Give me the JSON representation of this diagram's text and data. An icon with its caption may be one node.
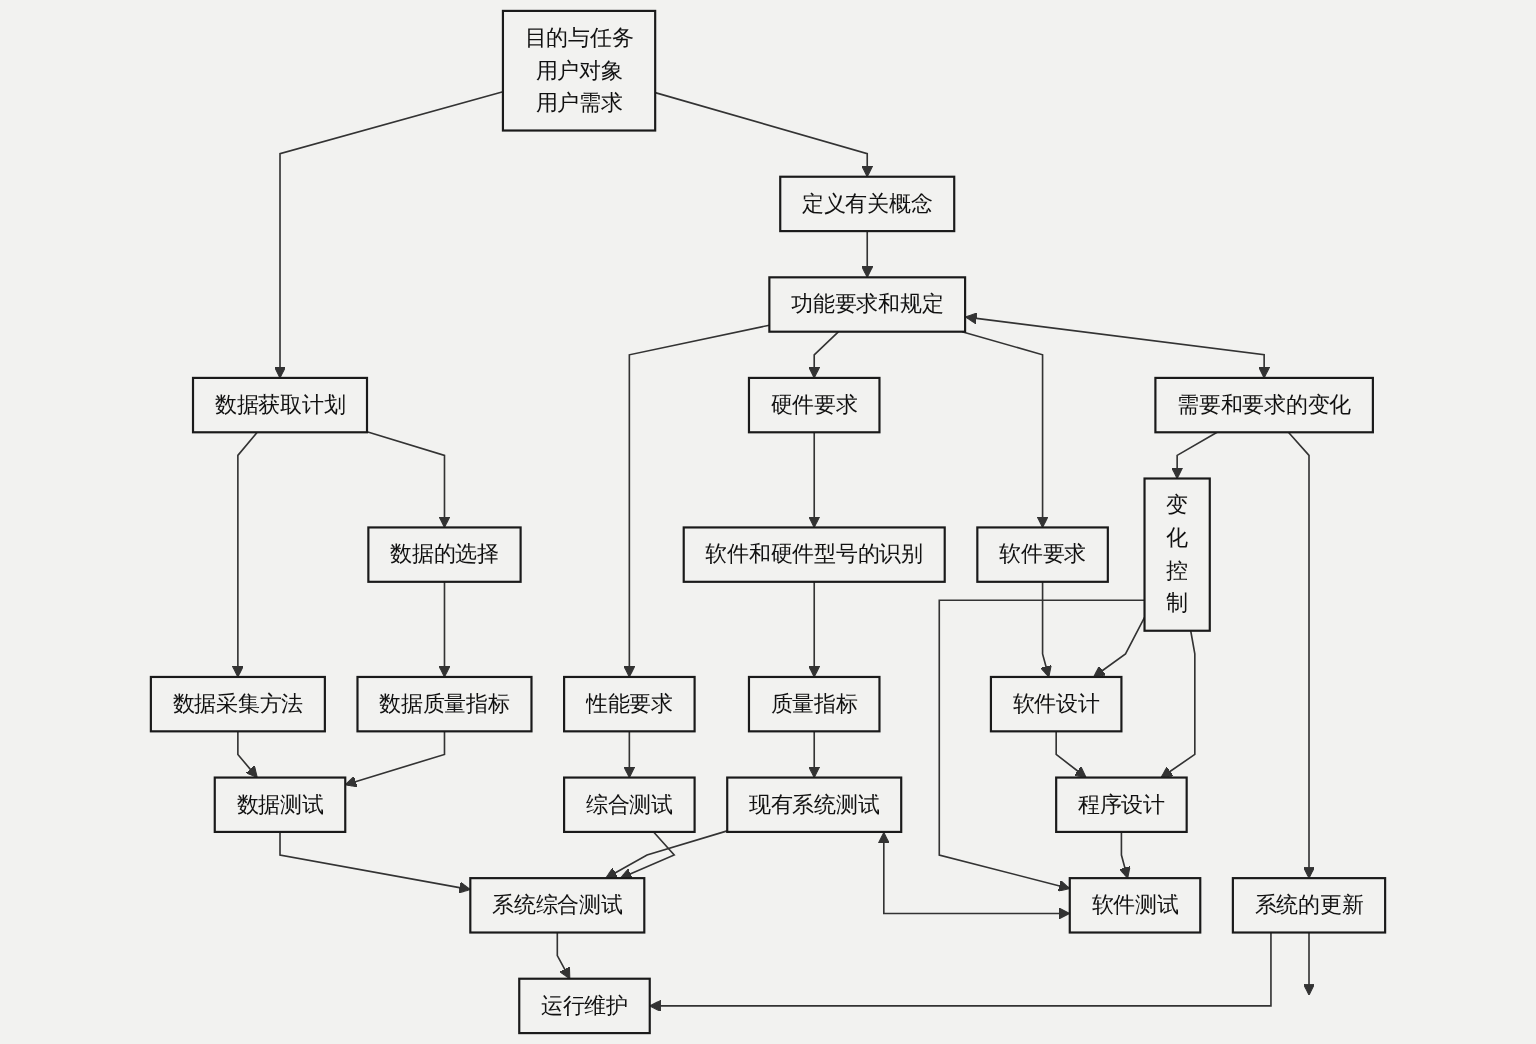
{
  "diagram": {
    "nodes": [
      {
        "text": [
          "目的与任务",
          "用户对象",
          "用户需求"
        ]
      },
      {
        "text": [
          "定义有关概念"
        ]
      },
      {
        "text": [
          "功能要求和规定"
        ]
      },
      {
        "text": [
          "需要和要求的变化"
        ]
      },
      {
        "text": [
          "数据获取计划"
        ]
      },
      {
        "text": [
          "硬件要求"
        ]
      },
      {
        "text": [
          "性能要求"
        ]
      },
      {
        "text": [
          "软件要求"
        ]
      },
      {
        "text": [
          "数据采集方法"
        ]
      },
      {
        "text": [
          "数据的选择"
        ]
      },
      {
        "text": [
          "软件和硬件型号的识别"
        ]
      },
      {
        "text": [
          "软件设计"
        ]
      },
      {
        "text": [
          "变化控制"
        ]
      },
      {
        "text": [
          "程序设计"
        ]
      },
      {
        "text": [
          "数据质量指标"
        ]
      },
      {
        "text": [
          "质量指标"
        ]
      },
      {
        "text": [
          "数据测试"
        ]
      },
      {
        "text": [
          "现有系统测试"
        ]
      },
      {
        "text": [
          "软件测试"
        ]
      },
      {
        "text": [
          "综合测试"
        ]
      },
      {
        "text": [
          "系统综合测试"
        ]
      },
      {
        "text": [
          "运行维护"
        ]
      },
      {
        "text": [
          "系统的更新"
        ]
      }
    ],
    "edges": [
      {
        "from": 0,
        "to": 1,
        "arrow": "to"
      },
      {
        "from": 1,
        "to": 2,
        "arrow": "to"
      },
      {
        "from": 2,
        "to": 3,
        "arrow": "both"
      },
      {
        "from": 0,
        "to": 4,
        "arrow": "to"
      },
      {
        "from": 2,
        "to": 5,
        "arrow": "to"
      },
      {
        "from": 2,
        "to": 6,
        "arrow": "to"
      },
      {
        "from": 2,
        "to": 7,
        "arrow": "to"
      },
      {
        "from": 4,
        "to": 8,
        "arrow": "to"
      },
      {
        "from": 4,
        "to": 9,
        "arrow": "to"
      },
      {
        "from": 5,
        "to": 10,
        "arrow": "to"
      },
      {
        "from": 7,
        "to": 11,
        "arrow": "to"
      },
      {
        "from": 3,
        "to": 12,
        "arrow": "to"
      },
      {
        "from": 3,
        "to": 22,
        "arrow": "to"
      },
      {
        "from": 12,
        "to": 11,
        "arrow": "to"
      },
      {
        "from": 11,
        "to": 13,
        "arrow": "to"
      },
      {
        "from": 12,
        "to": 13,
        "arrow": "to"
      },
      {
        "from": 12,
        "to": 18,
        "arrow": "to"
      },
      {
        "from": 9,
        "to": 14,
        "arrow": "to"
      },
      {
        "from": 10,
        "to": 15,
        "arrow": "to"
      },
      {
        "from": 8,
        "to": 16,
        "arrow": "to"
      },
      {
        "from": 14,
        "to": 16,
        "arrow": "to"
      },
      {
        "from": 15,
        "to": 17,
        "arrow": "to"
      },
      {
        "from": 13,
        "to": 18,
        "arrow": "to"
      },
      {
        "from": 17,
        "to": 18,
        "arrow": "both"
      },
      {
        "from": 6,
        "to": 19,
        "arrow": "to"
      },
      {
        "from": 16,
        "to": 20,
        "arrow": "to"
      },
      {
        "from": 17,
        "to": 20,
        "arrow": "to"
      },
      {
        "from": 19,
        "to": 20,
        "arrow": "to"
      },
      {
        "from": 20,
        "to": 21,
        "arrow": "to"
      },
      {
        "from": 22,
        "to": 21,
        "arrow": "to"
      },
      {
        "from": 22,
        "to": null,
        "arrow": "to"
      }
    ]
  }
}
